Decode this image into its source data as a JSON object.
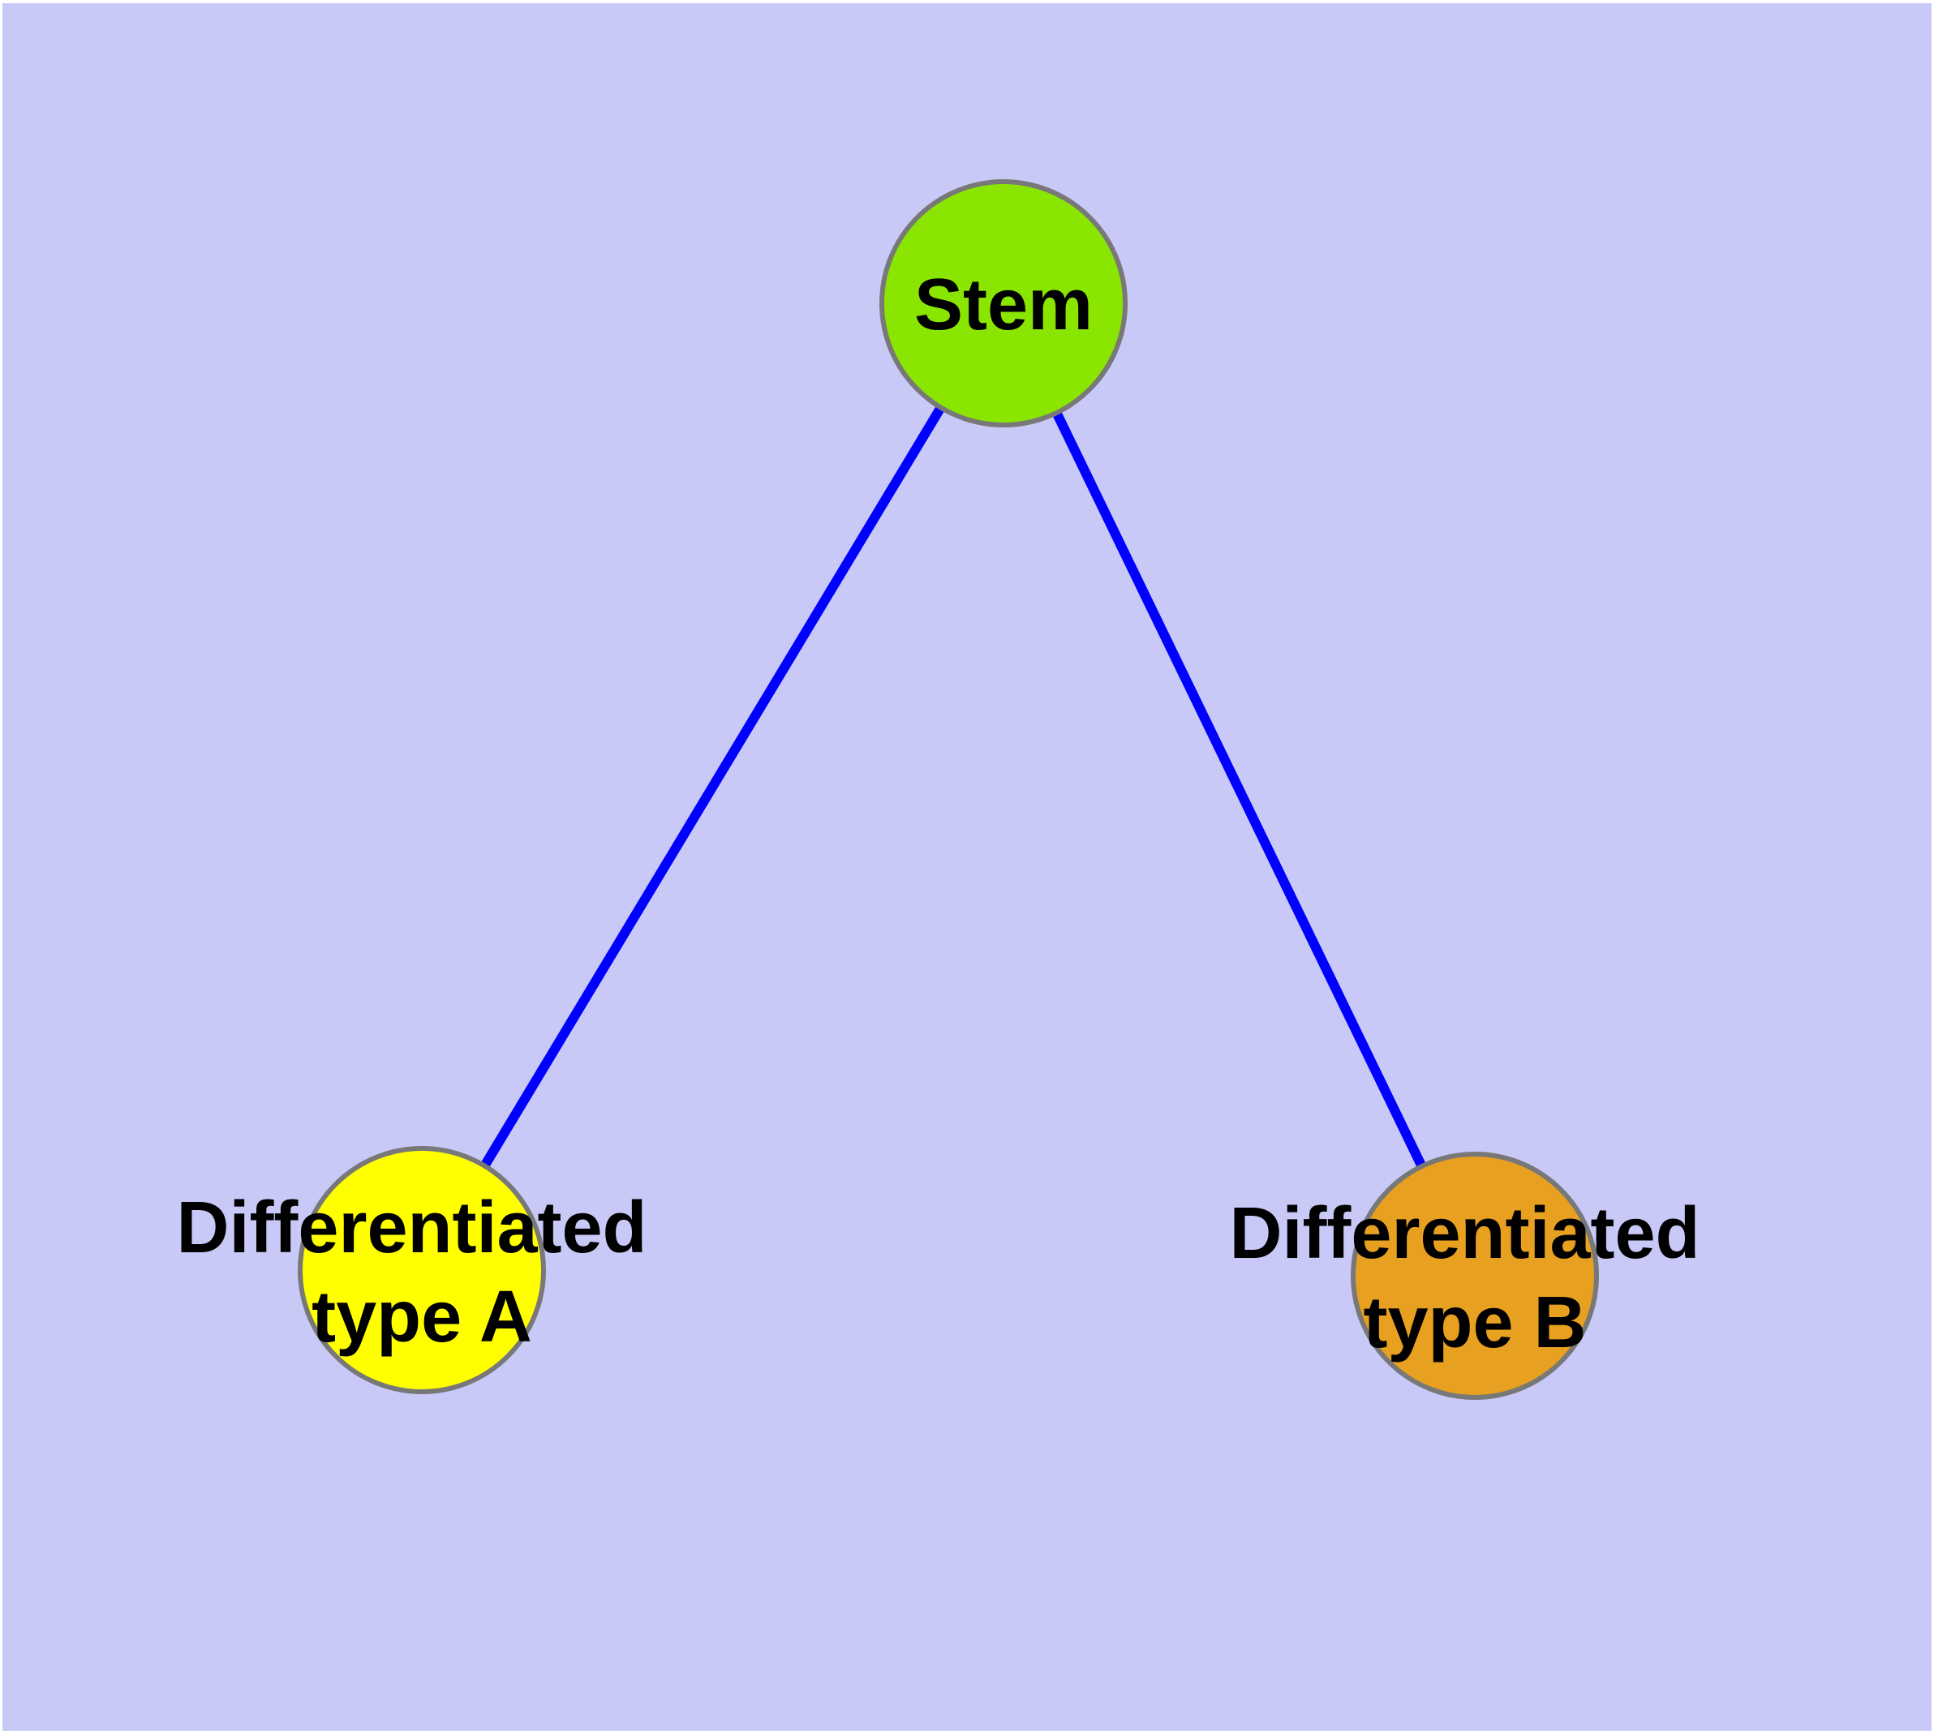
{
  "diagram": {
    "type": "node-link graph",
    "background_color": "#c9c9f8",
    "edge_color": "#0000ff",
    "node_border_color": "#787878",
    "label_color": "#000000",
    "nodes": [
      {
        "id": "stem",
        "label": "Stem",
        "label_line1": "Stem",
        "color": "#8ae600"
      },
      {
        "id": "differentiated-type-a",
        "label": "Differentiated type A",
        "label_line1": "Differentiated",
        "label_line2": "type A",
        "color": "#ffff00"
      },
      {
        "id": "differentiated-type-b",
        "label": "Differentiated type B",
        "label_line1": "Differentiated",
        "label_line2": "type B",
        "color": "#e8a020"
      }
    ],
    "edges": [
      {
        "source": "Stem",
        "target": "Differentiated type A"
      },
      {
        "source": "Stem",
        "target": "Differentiated type B"
      }
    ]
  }
}
